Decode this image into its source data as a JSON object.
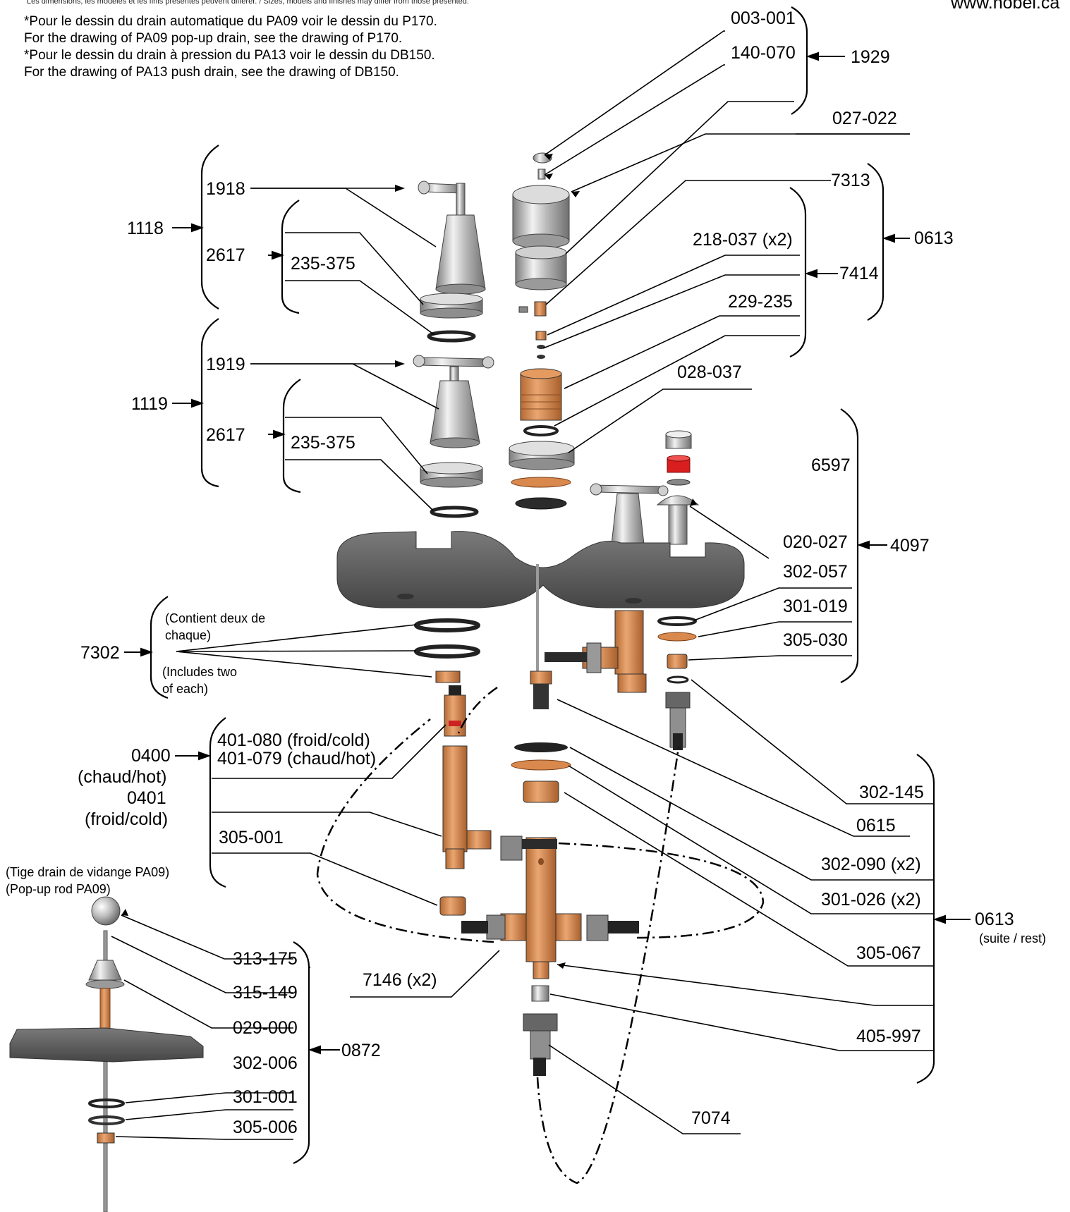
{
  "header": {
    "disclaimer": "Les dimensions, les modèles et les finis présentés peuvent différer. / Sizes, models and finishes may differ from those presented.",
    "website": "www.nobel.ca"
  },
  "notes": [
    "*Pour le dessin du drain automatique du PA09 voir le dessin du P170.",
    "For the drawing of PA09 pop-up drain, see the drawing of P170.",
    "*Pour le dessin du drain à pression du PA13 voir le dessin du DB150.",
    "For the drawing of PA13 push drain, see the drawing of DB150."
  ],
  "parts": {
    "p003_001": "003-001",
    "p140_070": "140-070",
    "p1929": "1929",
    "p027_022": "027-022",
    "p7313": "7313",
    "p0613_top": "0613",
    "p218_037": "218-037 (x2)",
    "p7414": "7414",
    "p229_235": "229-235",
    "p028_037": "028-037",
    "p6597": "6597",
    "p020_027": "020-027",
    "p4097": "4097",
    "p302_057": "302-057",
    "p301_019": "301-019",
    "p305_030": "305-030",
    "p1918": "1918",
    "p1118": "1118",
    "p2617_a": "2617",
    "p235_375_a": "235-375",
    "p1919": "1919",
    "p1119": "1119",
    "p2617_b": "2617",
    "p235_375_b": "235-375",
    "p7302": "7302",
    "p401_080": "401-080 (froid/cold)",
    "p401_079": "401-079 (chaud/hot)",
    "p0400": "0400",
    "p0401": "0401",
    "p305_001": "305-001",
    "p7146": "7146 (x2)",
    "p302_145": "302-145",
    "p0615": "0615",
    "p302_090": "302-090 (x2)",
    "p301_026": "301-026 (x2)",
    "p0613_rest": "0613",
    "p305_067": "305-067",
    "p405_997": "405-997",
    "p7074": "7074",
    "p313_175": "313-175",
    "p315_149": "315-149",
    "p029_000": "029-000",
    "p0872": "0872",
    "p302_006": "302-006",
    "p301_001": "301-001",
    "p305_006": "305-006"
  },
  "captions": {
    "contains_fr_1": "(Contient deux de",
    "contains_fr_2": "chaque)",
    "includes_en_1": "(Includes two",
    "includes_en_2": "of each)",
    "hot_fr_en": "(chaud/hot)",
    "cold_fr_en": "(froid/cold)",
    "suite_rest": "(suite / rest)",
    "popup_fr": "(Tige drain de vidange PA09)",
    "popup_en": "(Pop-up rod PA09)"
  },
  "colors": {
    "brass": "#d9894e",
    "chrome": "#bdbdbd",
    "rubber": "#2b2b2b",
    "deck": "#5e5e5e",
    "red_cap": "#d81e1e"
  }
}
